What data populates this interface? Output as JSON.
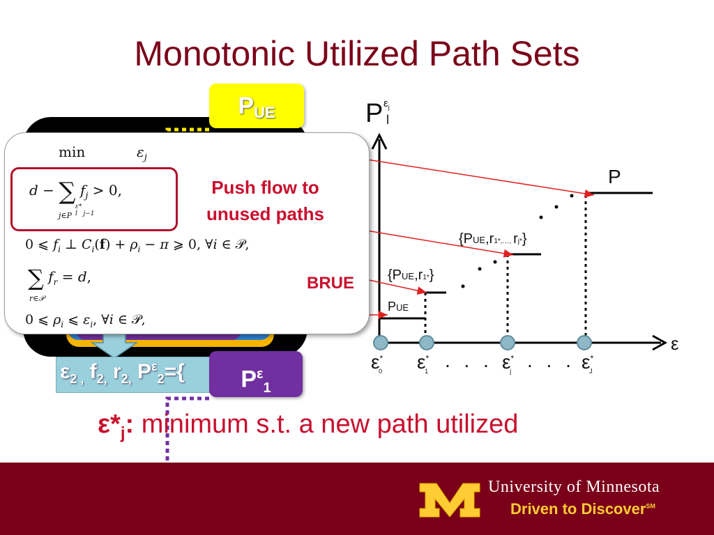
{
  "slide": {
    "title": "Monotonic Utilized Path Sets",
    "pue_box": {
      "main": "P",
      "sub": "UE"
    },
    "formula": {
      "min": "min",
      "objective": "ε",
      "objective_sub": "j",
      "constraint1": "d − ∑ f",
      "constraint1_tail": " > 0,",
      "constraint1_under": "j∈P",
      "line2": "0 ⩽ f",
      "line2_rest": " ⊥ C",
      "line2_tail": "(f) + ρ",
      "line2_end": " − π ⩾ 0, ∀i ∈ 𝒫,",
      "line3": "∑ f",
      "line3_tail": " = d,",
      "line3_under": "r∈𝒫",
      "line4": "0 ⩽ ρ",
      "line4_mid": " ⩽ ε",
      "line4_end": ", ∀i ∈ 𝒫,"
    },
    "push_text": "Push flow to unused paths",
    "brue_label": "BRUE",
    "eps_bar_text": {
      "e": "ε",
      "e_sub": "2 ,",
      "f": " f",
      "f_sub": "2,",
      "r": " r",
      "r_sub": "2,",
      "p": " P",
      "p_sup": "ε",
      "p_sub": "2",
      "tail": "={"
    },
    "pe1_box": {
      "main": "P",
      "sup": "ε",
      "sub": "1"
    },
    "caption": {
      "eps": "ε*",
      "sub": "j",
      "colon": ":",
      "text": " minimum s.t. a new path utilized"
    },
    "footer": {
      "university": "University of Minnesota",
      "tagline": "Driven to Discover",
      "tagline_sup": "SM"
    }
  },
  "chart": {
    "y_axis_label": {
      "main": "P",
      "sup": "ε",
      "sup_sub": "j",
      "sub": "l"
    },
    "x_axis_label": "ε",
    "steps": [
      {
        "label_main": "P",
        "label_sub": "UE"
      },
      {
        "label_open": "{P",
        "label_sub": "UE",
        "label_tail": ",r",
        "label_tail_sub": "1*",
        "label_close": "}"
      },
      {
        "label_open": "{P",
        "label_sub": "UE",
        "label_tail": ",r",
        "label_tail_sub": "1*,…, ",
        "label_r": "r",
        "label_r_sub": "j*",
        "label_close": "}"
      },
      {
        "label_main": "P"
      }
    ],
    "ticks": [
      {
        "main": "ε",
        "sup": "*",
        "sub": "0"
      },
      {
        "main": "ε",
        "sup": "*",
        "sub": "1"
      },
      {
        "main": "ε",
        "sup": "*",
        "sub": "j"
      },
      {
        "main": "ε",
        "sup": "*",
        "sub": "J"
      }
    ],
    "dots": ". . ."
  },
  "colors": {
    "maroon": "#7a0019",
    "gold": "#ffcc33",
    "red": "#c8102e",
    "purple": "#7030a0",
    "yellow": "#ffff00"
  }
}
